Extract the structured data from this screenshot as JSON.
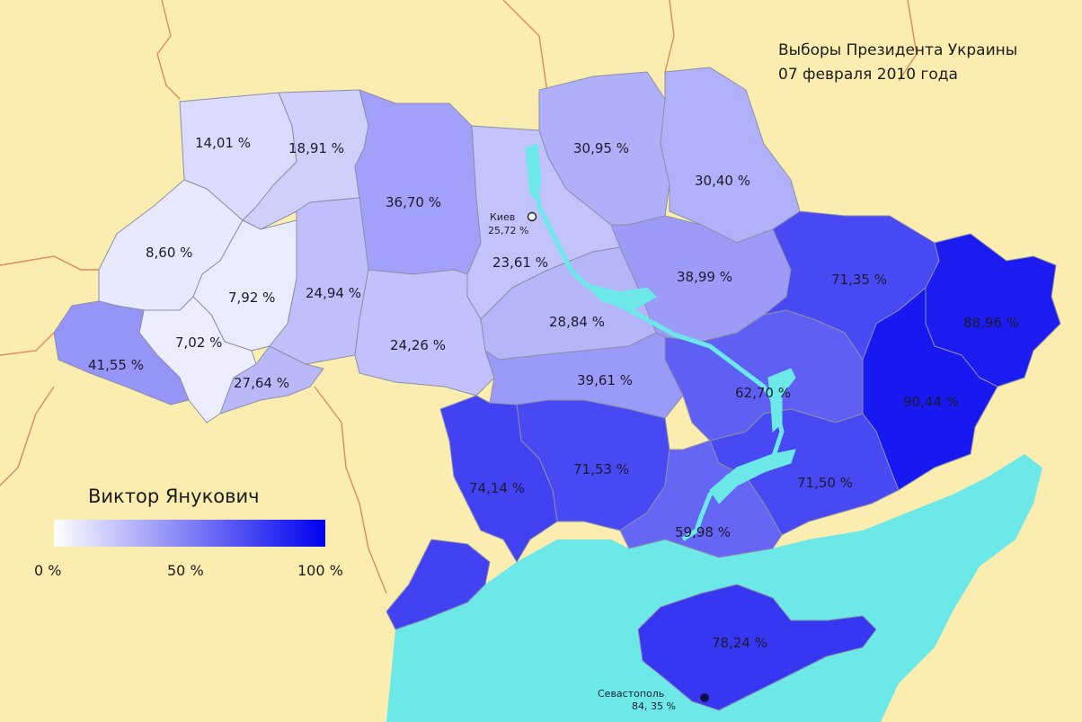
{
  "title": {
    "line1": "Выборы Президента Украины",
    "line2": "07 февраля 2010 года"
  },
  "legend": {
    "candidate": "Виктор Янукович",
    "tick_min": "0 %",
    "tick_mid": "50 %",
    "tick_max": "100 %",
    "color_min": "#ffffff",
    "color_max": "#0000ee"
  },
  "colors": {
    "land_background": "#fbedb0",
    "sea": "#6ce8e8",
    "river": "#6ce8e8",
    "border_line": "#e08a5a"
  },
  "regions": [
    {
      "id": "volyn",
      "pct": 14.01,
      "label": "14,01 %"
    },
    {
      "id": "rivne",
      "pct": 18.91,
      "label": "18,91 %"
    },
    {
      "id": "zhytomyr",
      "pct": 36.7,
      "label": "36,70 %"
    },
    {
      "id": "kyiv-oblast",
      "pct": 23.61,
      "label": "23,61 %"
    },
    {
      "id": "chernihiv",
      "pct": 30.95,
      "label": "30,95 %"
    },
    {
      "id": "sumy",
      "pct": 30.4,
      "label": "30,40 %"
    },
    {
      "id": "lviv",
      "pct": 8.6,
      "label": "8,60 %"
    },
    {
      "id": "ternopil",
      "pct": 7.92,
      "label": "7,92 %"
    },
    {
      "id": "khmelnytskyi",
      "pct": 24.94,
      "label": "24,94 %"
    },
    {
      "id": "vinnytsia",
      "pct": 24.26,
      "label": "24,26 %"
    },
    {
      "id": "cherkasy",
      "pct": 28.84,
      "label": "28,84 %"
    },
    {
      "id": "poltava",
      "pct": 38.99,
      "label": "38,99 %"
    },
    {
      "id": "kharkiv",
      "pct": 71.35,
      "label": "71,35 %"
    },
    {
      "id": "luhansk",
      "pct": 88.96,
      "label": "88,96 %"
    },
    {
      "id": "donetsk",
      "pct": 90.44,
      "label": "90,44 %"
    },
    {
      "id": "dnipropetrovsk",
      "pct": 62.7,
      "label": "62,70 %"
    },
    {
      "id": "zaporizhzhia",
      "pct": 71.5,
      "label": "71,50 %"
    },
    {
      "id": "kirovohrad",
      "pct": 39.61,
      "label": "39,61 %"
    },
    {
      "id": "mykolaiv",
      "pct": 71.53,
      "label": "71,53 %"
    },
    {
      "id": "odesa",
      "pct": 74.14,
      "label": "74,14 %"
    },
    {
      "id": "kherson",
      "pct": 59.98,
      "label": "59,98 %"
    },
    {
      "id": "crimea",
      "pct": 78.24,
      "label": "78,24 %"
    },
    {
      "id": "ivano-frankivsk",
      "pct": 7.02,
      "label": "7,02 %"
    },
    {
      "id": "zakarpattia",
      "pct": 41.55,
      "label": "41,55 %"
    },
    {
      "id": "chernivtsi",
      "pct": 27.64,
      "label": "27,64 %"
    }
  ],
  "cities": {
    "kyiv": {
      "name": "Киев",
      "pct": 25.72,
      "label": "25,72 %"
    },
    "sevastopol": {
      "name": "Севастополь",
      "pct": 84.35,
      "label": "84, 35 %"
    }
  }
}
